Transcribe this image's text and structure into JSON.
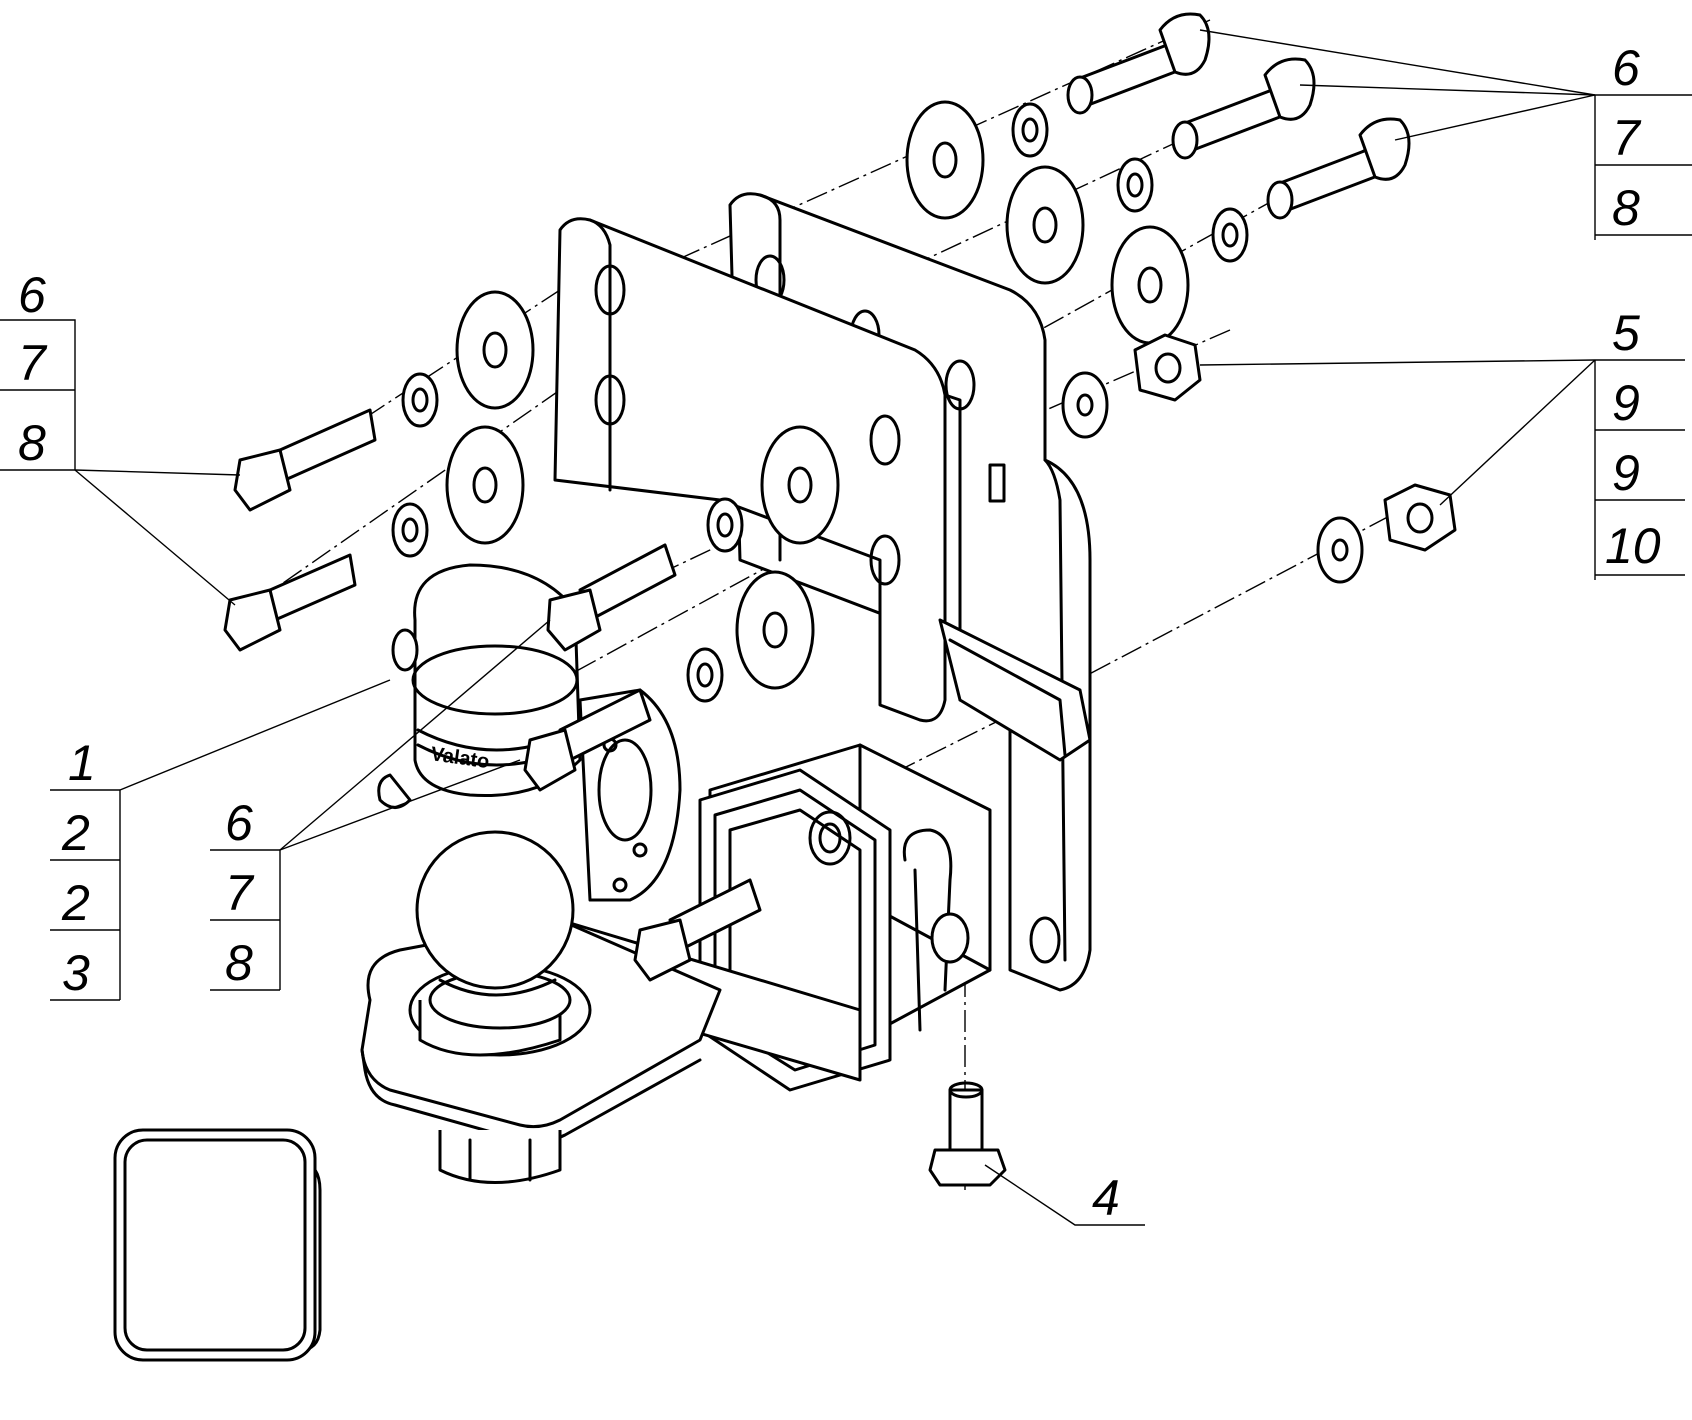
{
  "brand_text": "Valato",
  "callouts": {
    "top_right": [
      "6",
      "7",
      "8"
    ],
    "left": [
      "6",
      "7",
      "8"
    ],
    "right_mid": [
      "5",
      "9",
      "9",
      "10"
    ],
    "bottom_left": [
      "1",
      "2",
      "2",
      "3"
    ],
    "center": [
      "6",
      "7",
      "8"
    ],
    "bottom": [
      "4"
    ]
  }
}
